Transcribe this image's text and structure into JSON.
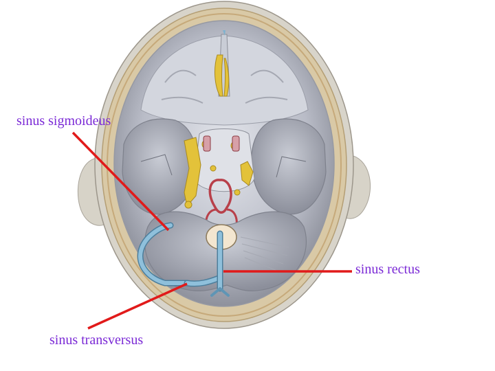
{
  "labels": {
    "sigmoid": "sinus sigmoideus",
    "rectus": "sinus rectus",
    "transversus": "sinus transversus"
  },
  "colors": {
    "label_text": "#7b2ad6",
    "leader_line": "#e11a1a",
    "sinus": "#7fb2cf",
    "bone": "#d9c9a6",
    "dura": "#c2c4cc",
    "fossa": "#9fa2ad",
    "nerve": "#e3c23a",
    "artery": "#b8404a"
  }
}
